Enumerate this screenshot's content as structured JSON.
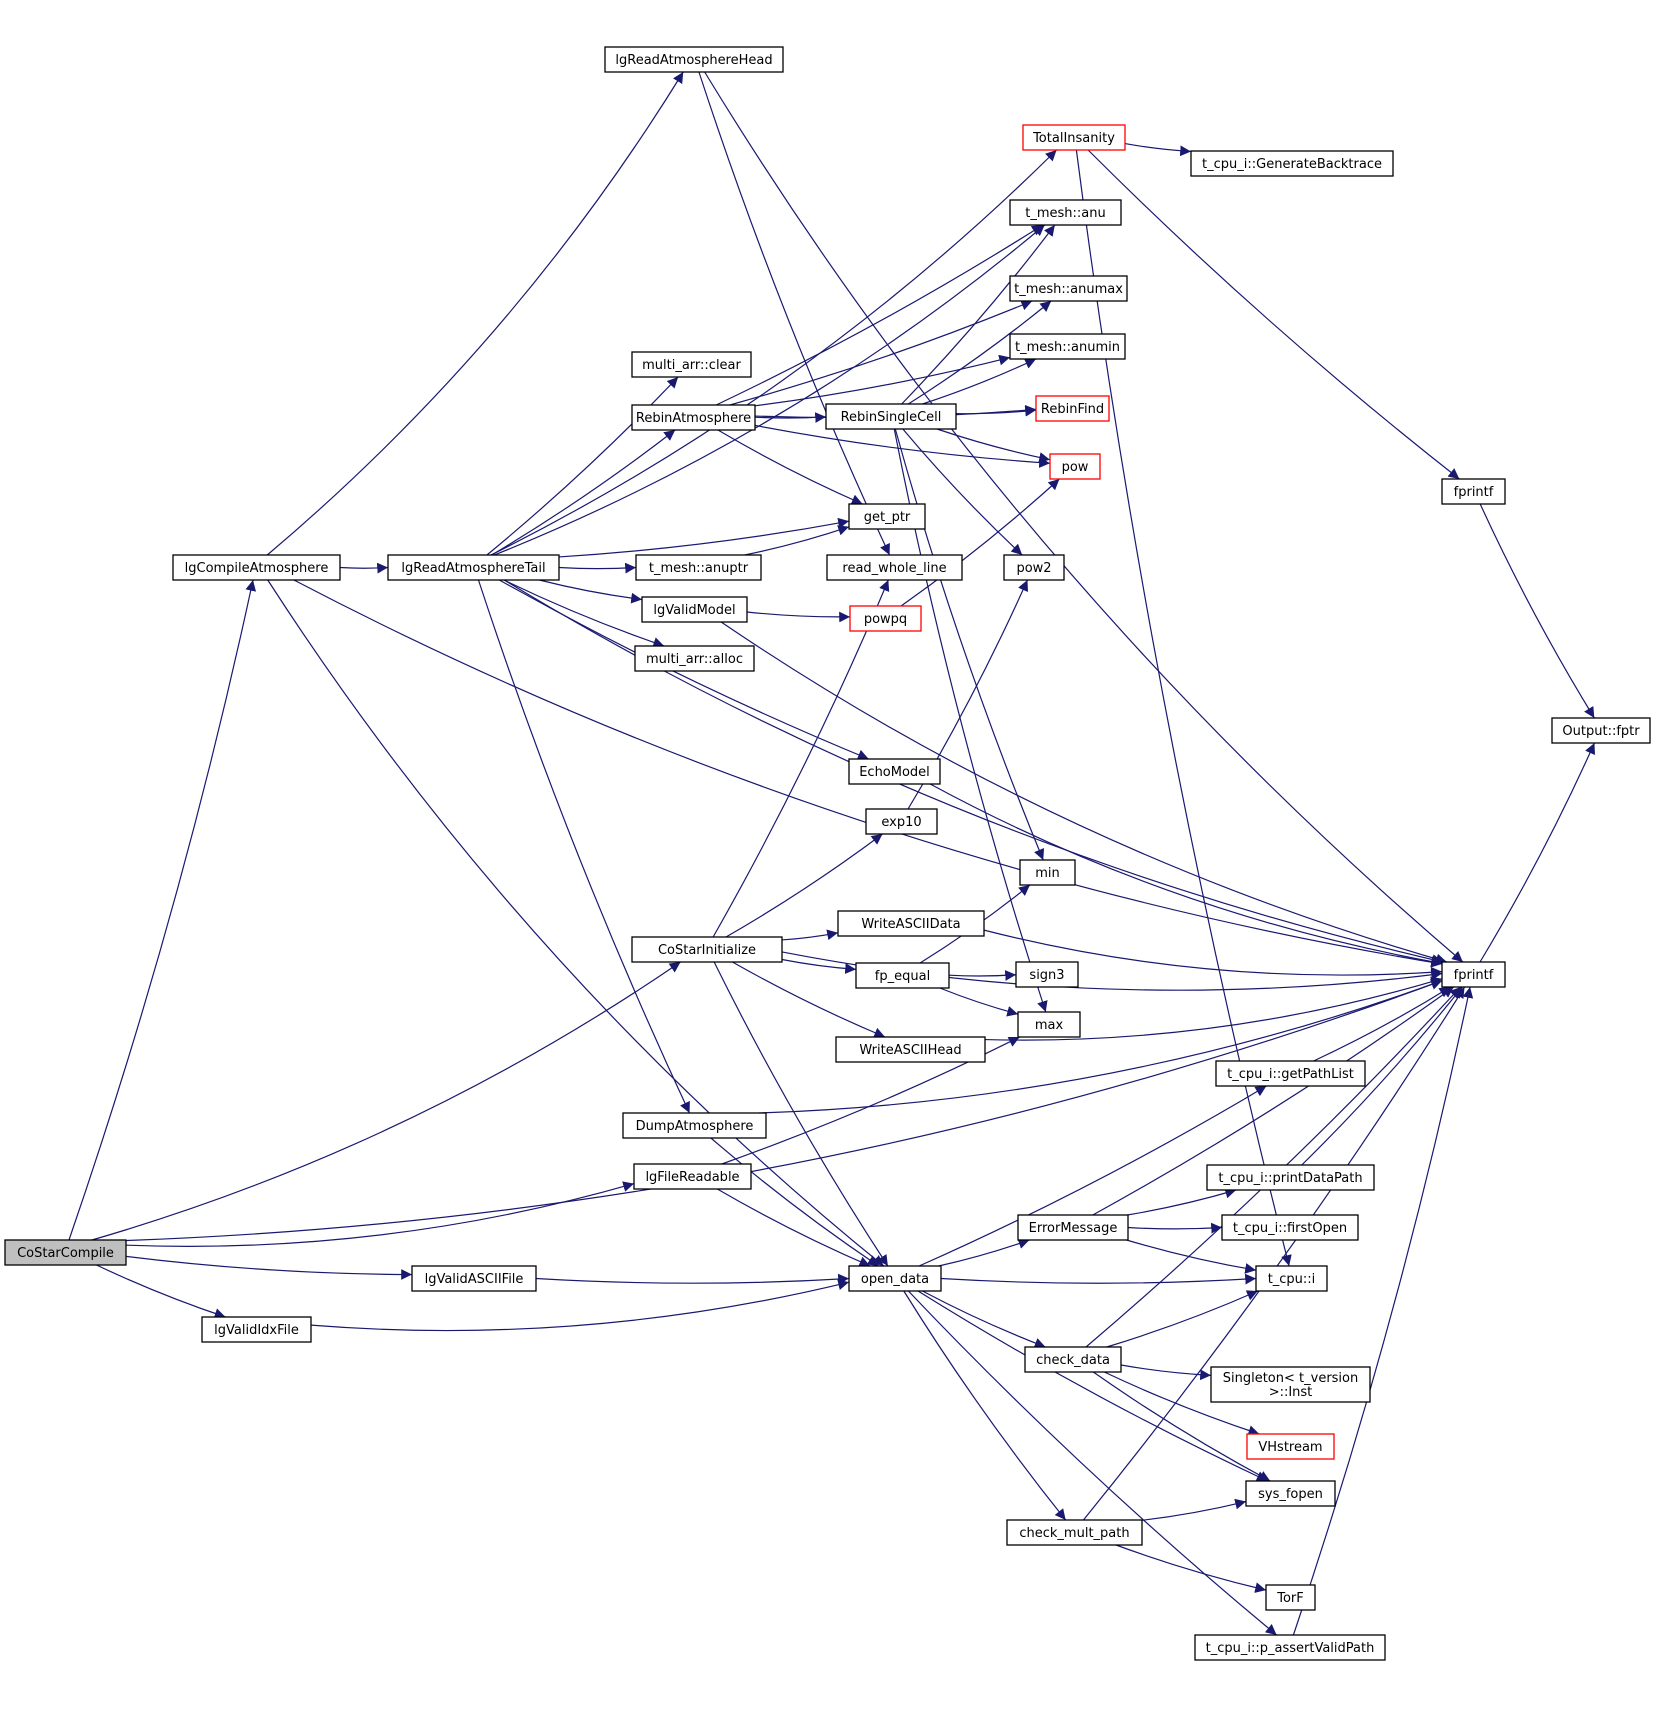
{
  "title": "CoStarCompile call graph",
  "colors": {
    "edge": "#191970",
    "root_fill": "#bfbfbf",
    "node_border": "#000000",
    "red_border": "#ff0000"
  },
  "nodes": [
    {
      "id": "CoStarCompile",
      "label": "CoStarCompile",
      "style": "root"
    },
    {
      "id": "lgCompileAtmosphere",
      "label": "lgCompileAtmosphere"
    },
    {
      "id": "lgReadAtmosphereHead",
      "label": "lgReadAtmosphereHead"
    },
    {
      "id": "lgReadAtmosphereTail",
      "label": "lgReadAtmosphereTail"
    },
    {
      "id": "TotalInsanity",
      "label": "TotalInsanity",
      "style": "red"
    },
    {
      "id": "GenerateBacktrace",
      "label": "t_cpu_i::GenerateBacktrace"
    },
    {
      "id": "anu",
      "label": "t_mesh::anu"
    },
    {
      "id": "anumax",
      "label": "t_mesh::anumax"
    },
    {
      "id": "anumin",
      "label": "t_mesh::anumin"
    },
    {
      "id": "clear",
      "label": "multi_arr::clear"
    },
    {
      "id": "RebinAtmosphere",
      "label": "RebinAtmosphere"
    },
    {
      "id": "RebinSingleCell",
      "label": "RebinSingleCell"
    },
    {
      "id": "RebinFind",
      "label": "RebinFind",
      "style": "red"
    },
    {
      "id": "pow",
      "label": "pow",
      "style": "red"
    },
    {
      "id": "get_ptr",
      "label": "get_ptr"
    },
    {
      "id": "read_whole_line",
      "label": "read_whole_line"
    },
    {
      "id": "pow2",
      "label": "pow2"
    },
    {
      "id": "anuptr",
      "label": "t_mesh::anuptr"
    },
    {
      "id": "lgValidModel",
      "label": "lgValidModel"
    },
    {
      "id": "powpq",
      "label": "powpq",
      "style": "red"
    },
    {
      "id": "alloc",
      "label": "multi_arr::alloc"
    },
    {
      "id": "EchoModel",
      "label": "EchoModel"
    },
    {
      "id": "exp10",
      "label": "exp10"
    },
    {
      "id": "min",
      "label": "min"
    },
    {
      "id": "WriteASCIIData",
      "label": "WriteASCIIData"
    },
    {
      "id": "CoStarInitialize",
      "label": "CoStarInitialize"
    },
    {
      "id": "fp_equal",
      "label": "fp_equal"
    },
    {
      "id": "sign3",
      "label": "sign3"
    },
    {
      "id": "max",
      "label": "max"
    },
    {
      "id": "WriteASCIIHead",
      "label": "WriteASCIIHead"
    },
    {
      "id": "fprintf_top",
      "label": "fprintf"
    },
    {
      "id": "fprintf",
      "label": "fprintf"
    },
    {
      "id": "Output_fptr",
      "label": "Output::fptr"
    },
    {
      "id": "getPathList",
      "label": "t_cpu_i::getPathList"
    },
    {
      "id": "DumpAtmosphere",
      "label": "DumpAtmosphere"
    },
    {
      "id": "lgFileReadable",
      "label": "lgFileReadable"
    },
    {
      "id": "printDataPath",
      "label": "t_cpu_i::printDataPath"
    },
    {
      "id": "ErrorMessage",
      "label": "ErrorMessage"
    },
    {
      "id": "firstOpen",
      "label": "t_cpu_i::firstOpen"
    },
    {
      "id": "lgValidASCIIFile",
      "label": "lgValidASCIIFile"
    },
    {
      "id": "open_data",
      "label": "open_data"
    },
    {
      "id": "t_cpu_i",
      "label": "t_cpu::i"
    },
    {
      "id": "lgValidIdxFile",
      "label": "lgValidIdxFile"
    },
    {
      "id": "check_data",
      "label": "check_data"
    },
    {
      "id": "Singleton_Inst",
      "label": "Singleton< t_version >::Inst",
      "lines": [
        "Singleton< t_version",
        ">::Inst"
      ]
    },
    {
      "id": "VHstream",
      "label": "VHstream",
      "style": "red"
    },
    {
      "id": "sys_fopen",
      "label": "sys_fopen"
    },
    {
      "id": "check_mult_path",
      "label": "check_mult_path"
    },
    {
      "id": "TorF",
      "label": "TorF"
    },
    {
      "id": "p_assertValidPath",
      "label": "t_cpu_i::p_assertValidPath"
    }
  ],
  "edges": [
    [
      "CoStarCompile",
      "lgCompileAtmosphere"
    ],
    [
      "CoStarCompile",
      "CoStarInitialize"
    ],
    [
      "CoStarCompile",
      "lgFileReadable"
    ],
    [
      "CoStarCompile",
      "lgValidASCIIFile"
    ],
    [
      "CoStarCompile",
      "lgValidIdxFile"
    ],
    [
      "CoStarCompile",
      "fprintf"
    ],
    [
      "lgCompileAtmosphere",
      "lgReadAtmosphereHead"
    ],
    [
      "lgCompileAtmosphere",
      "lgReadAtmosphereTail"
    ],
    [
      "lgCompileAtmosphere",
      "fprintf"
    ],
    [
      "lgCompileAtmosphere",
      "open_data"
    ],
    [
      "lgReadAtmosphereHead",
      "fprintf"
    ],
    [
      "lgReadAtmosphereHead",
      "read_whole_line"
    ],
    [
      "lgReadAtmosphereTail",
      "TotalInsanity"
    ],
    [
      "lgReadAtmosphereTail",
      "anu"
    ],
    [
      "lgReadAtmosphereTail",
      "clear"
    ],
    [
      "lgReadAtmosphereTail",
      "RebinAtmosphere"
    ],
    [
      "lgReadAtmosphereTail",
      "get_ptr"
    ],
    [
      "lgReadAtmosphereTail",
      "anuptr"
    ],
    [
      "lgReadAtmosphereTail",
      "lgValidModel"
    ],
    [
      "lgReadAtmosphereTail",
      "alloc"
    ],
    [
      "lgReadAtmosphereTail",
      "fprintf"
    ],
    [
      "lgReadAtmosphereTail",
      "EchoModel"
    ],
    [
      "lgReadAtmosphereTail",
      "DumpAtmosphere"
    ],
    [
      "TotalInsanity",
      "GenerateBacktrace"
    ],
    [
      "TotalInsanity",
      "fprintf_top"
    ],
    [
      "TotalInsanity",
      "t_cpu_i"
    ],
    [
      "RebinAtmosphere",
      "anu"
    ],
    [
      "RebinAtmosphere",
      "anumax"
    ],
    [
      "RebinAtmosphere",
      "anumin"
    ],
    [
      "RebinAtmosphere",
      "RebinFind"
    ],
    [
      "RebinAtmosphere",
      "RebinSingleCell"
    ],
    [
      "RebinAtmosphere",
      "pow"
    ],
    [
      "RebinAtmosphere",
      "get_ptr"
    ],
    [
      "RebinSingleCell",
      "anu"
    ],
    [
      "RebinSingleCell",
      "anumax"
    ],
    [
      "RebinSingleCell",
      "anumin"
    ],
    [
      "RebinSingleCell",
      "RebinFind"
    ],
    [
      "RebinSingleCell",
      "pow"
    ],
    [
      "RebinSingleCell",
      "pow2"
    ],
    [
      "RebinSingleCell",
      "min"
    ],
    [
      "RebinSingleCell",
      "max"
    ],
    [
      "anuptr",
      "get_ptr"
    ],
    [
      "lgValidModel",
      "powpq"
    ],
    [
      "lgValidModel",
      "fprintf"
    ],
    [
      "powpq",
      "pow"
    ],
    [
      "EchoModel",
      "fprintf"
    ],
    [
      "exp10",
      "pow2"
    ],
    [
      "CoStarInitialize",
      "read_whole_line"
    ],
    [
      "CoStarInitialize",
      "exp10"
    ],
    [
      "CoStarInitialize",
      "fprintf"
    ],
    [
      "CoStarInitialize",
      "WriteASCIIData"
    ],
    [
      "CoStarInitialize",
      "fp_equal"
    ],
    [
      "CoStarInitialize",
      "WriteASCIIHead"
    ],
    [
      "CoStarInitialize",
      "open_data"
    ],
    [
      "WriteASCIIData",
      "fprintf"
    ],
    [
      "fp_equal",
      "min"
    ],
    [
      "fp_equal",
      "sign3"
    ],
    [
      "fp_equal",
      "max"
    ],
    [
      "WriteASCIIHead",
      "fprintf"
    ],
    [
      "fprintf_top",
      "Output_fptr"
    ],
    [
      "fprintf",
      "Output_fptr"
    ],
    [
      "DumpAtmosphere",
      "fprintf"
    ],
    [
      "DumpAtmosphere",
      "open_data"
    ],
    [
      "lgFileReadable",
      "max"
    ],
    [
      "lgFileReadable",
      "open_data"
    ],
    [
      "lgValidASCIIFile",
      "open_data"
    ],
    [
      "lgValidIdxFile",
      "open_data"
    ],
    [
      "open_data",
      "getPathList"
    ],
    [
      "open_data",
      "ErrorMessage"
    ],
    [
      "open_data",
      "t_cpu_i"
    ],
    [
      "open_data",
      "check_data"
    ],
    [
      "open_data",
      "sys_fopen"
    ],
    [
      "open_data",
      "check_mult_path"
    ],
    [
      "open_data",
      "p_assertValidPath"
    ],
    [
      "getPathList",
      "fprintf"
    ],
    [
      "ErrorMessage",
      "fprintf"
    ],
    [
      "ErrorMessage",
      "printDataPath"
    ],
    [
      "ErrorMessage",
      "firstOpen"
    ],
    [
      "ErrorMessage",
      "t_cpu_i"
    ],
    [
      "printDataPath",
      "fprintf"
    ],
    [
      "check_data",
      "t_cpu_i"
    ],
    [
      "check_data",
      "fprintf"
    ],
    [
      "check_data",
      "Singleton_Inst"
    ],
    [
      "check_data",
      "VHstream"
    ],
    [
      "check_data",
      "sys_fopen"
    ],
    [
      "check_mult_path",
      "sys_fopen"
    ],
    [
      "check_mult_path",
      "fprintf"
    ],
    [
      "check_mult_path",
      "TorF"
    ],
    [
      "p_assertValidPath",
      "fprintf"
    ]
  ]
}
